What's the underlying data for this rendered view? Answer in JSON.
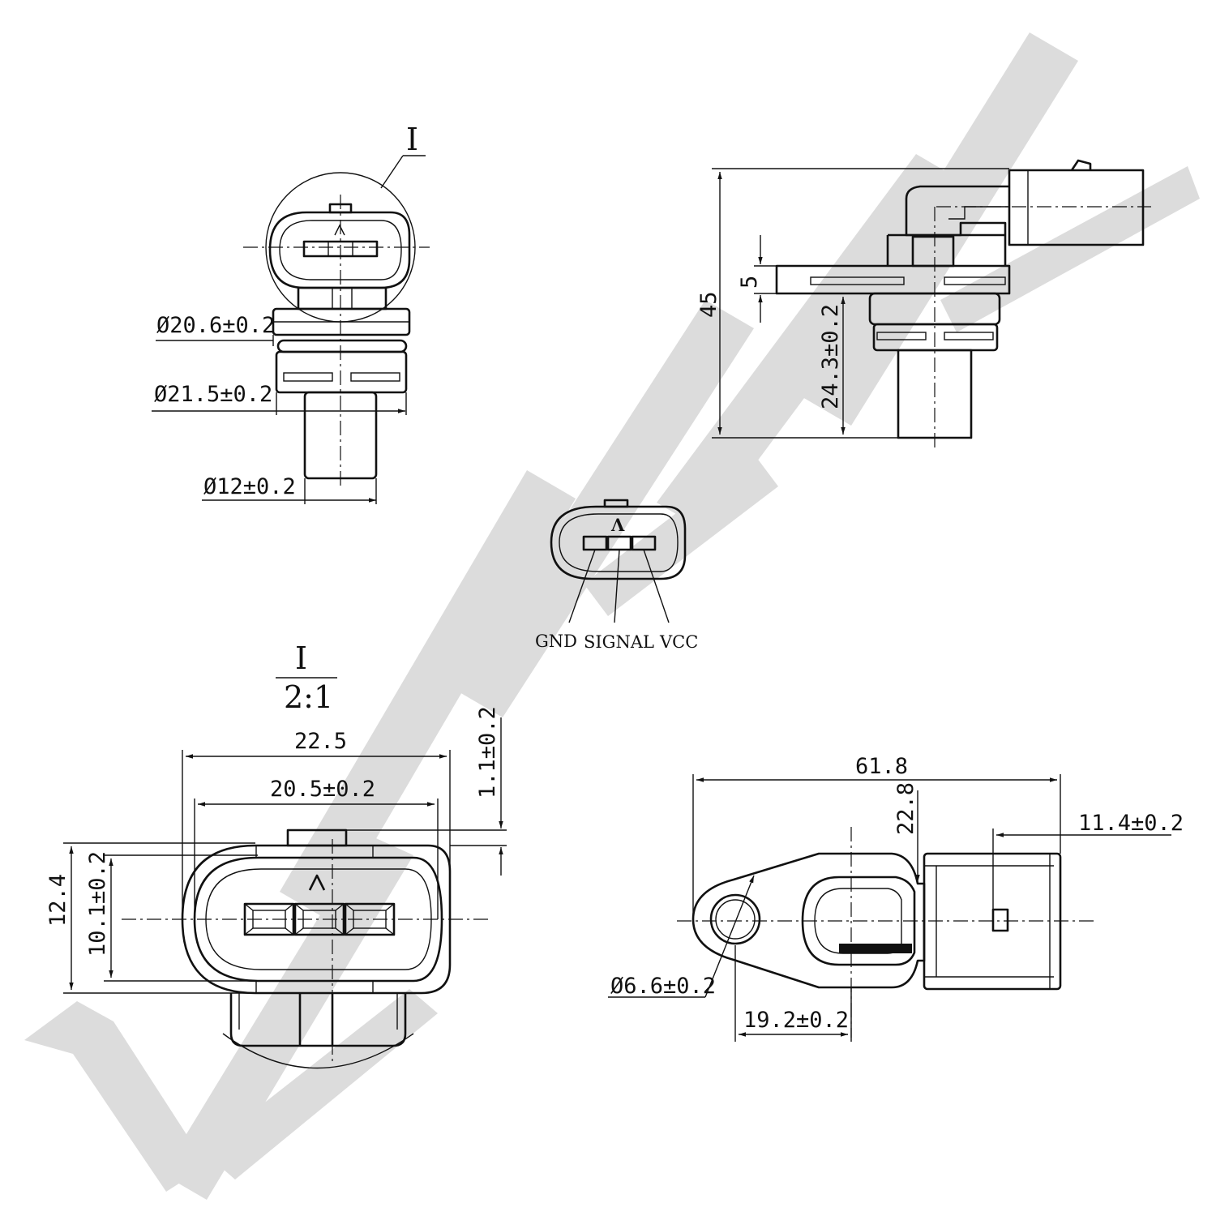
{
  "watermark": {
    "color": "#dcdcdc"
  },
  "top_left_view": {
    "detail_callout": "I",
    "dimensions": {
      "diameter_flange": "Ø20.6±0.2",
      "diameter_oring": "Ø21.5±0.2",
      "diameter_probe": "Ø12±0.2"
    }
  },
  "top_right_view": {
    "dimensions": {
      "overall_height": "45",
      "flange_thickness": "5",
      "probe_length": "24.3±0.2"
    }
  },
  "connector_pinout": {
    "key_mark": "Λ",
    "pins": [
      "GND",
      "SIGNAL",
      "VCC"
    ]
  },
  "detail_view": {
    "label": "I",
    "scale": "2:1",
    "dimensions": {
      "outer_width": "22.5",
      "inner_width": "20.5±0.2",
      "key_height": "1.1±0.2",
      "outer_height": "12.4",
      "inner_height": "10.1±0.2"
    }
  },
  "bottom_right_view": {
    "dimensions": {
      "overall_length": "61.8",
      "connector_offset": "22.8",
      "connector_length": "11.4±0.2",
      "hole_diameter": "Ø6.6±0.2",
      "hole_to_center": "19.2±0.2"
    }
  }
}
